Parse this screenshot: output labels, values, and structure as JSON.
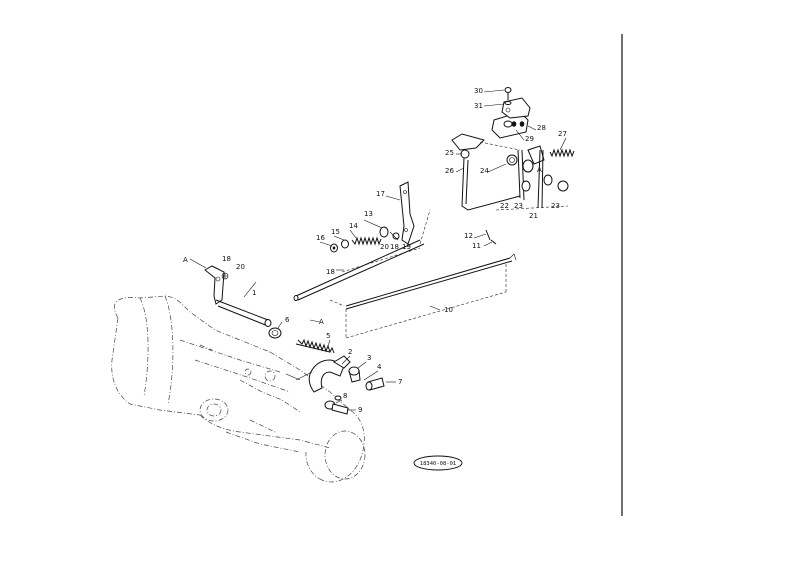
{
  "diagram": {
    "callouts": {
      "c1": "1",
      "c2": "2",
      "c3": "3",
      "c4": "4",
      "c5": "5",
      "c6": "6",
      "c7": "7",
      "c8": "8",
      "c9": "9",
      "c10": "10",
      "c11": "11",
      "c12": "12",
      "c13": "13",
      "c14": "14",
      "c15": "15",
      "c16": "16",
      "c17": "17",
      "c18a": "18",
      "c18b": "18",
      "c18c": "18",
      "c19": "19",
      "c20a": "20",
      "c20b": "20",
      "c21": "21",
      "c22": "22",
      "c23a": "23",
      "c23b": "23",
      "c24": "24",
      "c25": "25",
      "c26": "26",
      "c27": "27",
      "c28": "28",
      "c29": "29",
      "c30": "30",
      "c31": "31",
      "cAleft": "A",
      "cAmid": "A",
      "cAright": "A"
    },
    "reference_code": "18340-08-01"
  }
}
